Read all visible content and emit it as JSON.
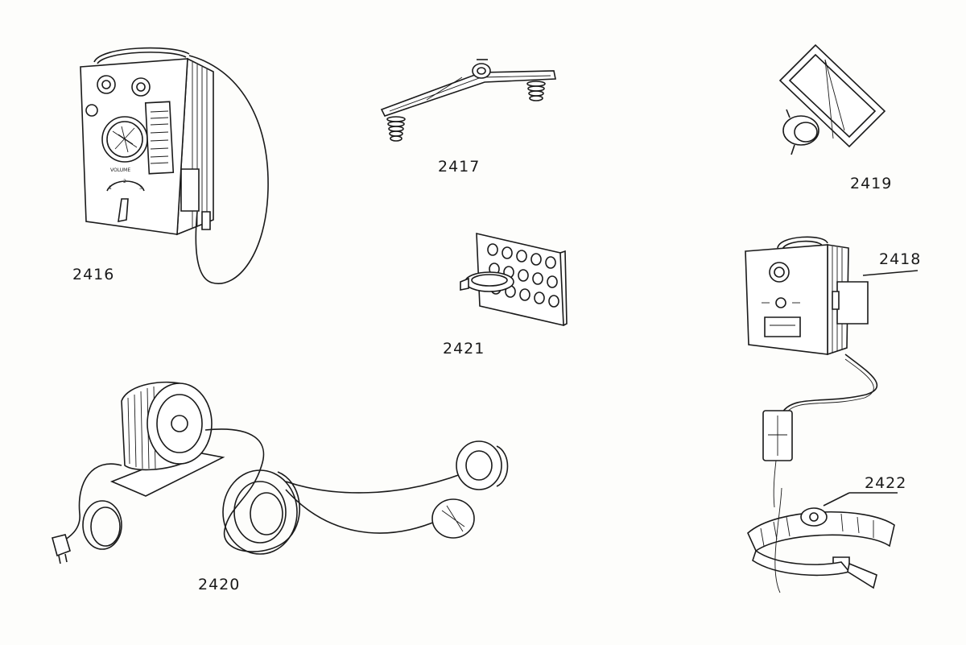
{
  "figures": [
    {
      "id": "2416",
      "label": "2416",
      "subject": "transmitter-box",
      "dial_text": "VOLUME",
      "selector_marks": [
        "1",
        "2",
        "3"
      ]
    },
    {
      "id": "2417",
      "label": "2417",
      "subject": "spring-bridge"
    },
    {
      "id": "2419",
      "label": "2419",
      "subject": "mirror-clamp"
    },
    {
      "id": "2421",
      "label": "2421",
      "subject": "perforated-plate-clamp"
    },
    {
      "id": "2418",
      "label": "2418",
      "subject": "receiver-box"
    },
    {
      "id": "2420",
      "label": "2420",
      "subject": "coil-headphones"
    },
    {
      "id": "2422",
      "label": "2422",
      "subject": "wrist-strap"
    }
  ]
}
